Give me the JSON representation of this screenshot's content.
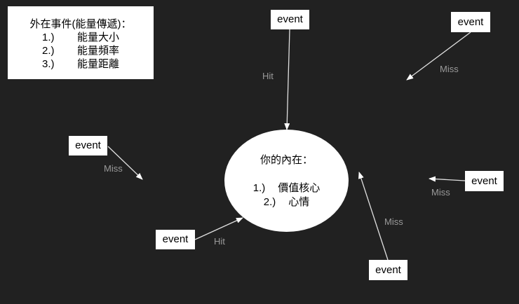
{
  "info_box": {
    "title": "外在事件(能量傳遞)：",
    "items": [
      {
        "num": "1.)",
        "text": "能量大小"
      },
      {
        "num": "2.)",
        "text": "能量頻率"
      },
      {
        "num": "3.)",
        "text": "能量距離"
      }
    ]
  },
  "core": {
    "title": "你的內在：",
    "items": [
      {
        "num": "1.)",
        "text": "價值核心"
      },
      {
        "num": "2.)",
        "text": "心情"
      }
    ]
  },
  "events": [
    {
      "id": "top",
      "label": "event",
      "result": "Hit"
    },
    {
      "id": "top-right",
      "label": "event",
      "result": "Miss"
    },
    {
      "id": "left",
      "label": "event",
      "result": "Miss"
    },
    {
      "id": "right",
      "label": "event",
      "result": "Miss"
    },
    {
      "id": "bottom-left",
      "label": "event",
      "result": "Hit"
    },
    {
      "id": "bottom",
      "label": "event",
      "result": "Miss"
    }
  ],
  "colors": {
    "background": "#212121",
    "box_fill": "#ffffff",
    "arrow": "#e0e0e0",
    "label": "#9a9a9a"
  }
}
